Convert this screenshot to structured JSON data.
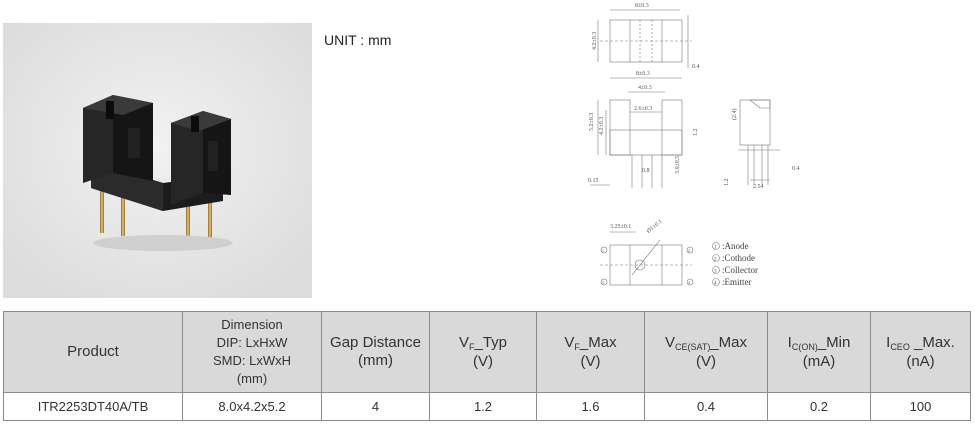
{
  "unit_label": "UNIT : mm",
  "drawing": {
    "dims": {
      "top_width": "8±0.3",
      "top_height": "4.2±0.3",
      "front_width": "8±0.3",
      "front_inner": "4±0.3",
      "gap": "2.6±0.3",
      "h1": "5.2±0.3",
      "h2": "4.2±0.3",
      "pin_gap": "1.2",
      "slot": "0.8",
      "pin_len": "3.6±0.5",
      "pin_off": "0.15",
      "side_h": "(2.4)",
      "side_pin": "0.4",
      "pitch": "2.54",
      "side_pin_h": "1.2",
      "bot_w": "3.25±0.1",
      "bot_d": "Ø1±0.1"
    },
    "legend": [
      {
        "num": "1",
        "text": ":Anode"
      },
      {
        "num": "2",
        "text": ":Cothode"
      },
      {
        "num": "3",
        "text": ":Collector"
      },
      {
        "num": "4",
        "text": ":Emitter"
      }
    ]
  },
  "table": {
    "headers": {
      "product": "Product",
      "dimension": [
        "Dimension",
        "DIP: LxHxW",
        "SMD: LxWxH",
        "(mm)"
      ],
      "gap": [
        "Gap Distance",
        "(mm)"
      ],
      "vf_typ": {
        "main": "V",
        "sub": "F",
        "suffix": "_Typ",
        "unit": "(V)"
      },
      "vf_max": {
        "main": "V",
        "sub": "F",
        "suffix": "_Max",
        "unit": "(V)"
      },
      "vce": {
        "main": "V",
        "sub": "CE(SAT)",
        "suffix": "_Max",
        "unit": "(V)"
      },
      "ic": {
        "main": "I",
        "sub": "C(ON)",
        "suffix": "_Min",
        "unit": "(mA)"
      },
      "iceo": {
        "main": "I",
        "sub": "CEO",
        "suffix": " _Max.",
        "unit": "(nA)"
      }
    },
    "row": {
      "product": "ITR2253DT40A/TB",
      "dimension": "8.0x4.2x5.2",
      "gap": "4",
      "vf_typ": "1.2",
      "vf_max": "1.6",
      "vce": "0.4",
      "ic": "0.2",
      "iceo": "100"
    }
  }
}
